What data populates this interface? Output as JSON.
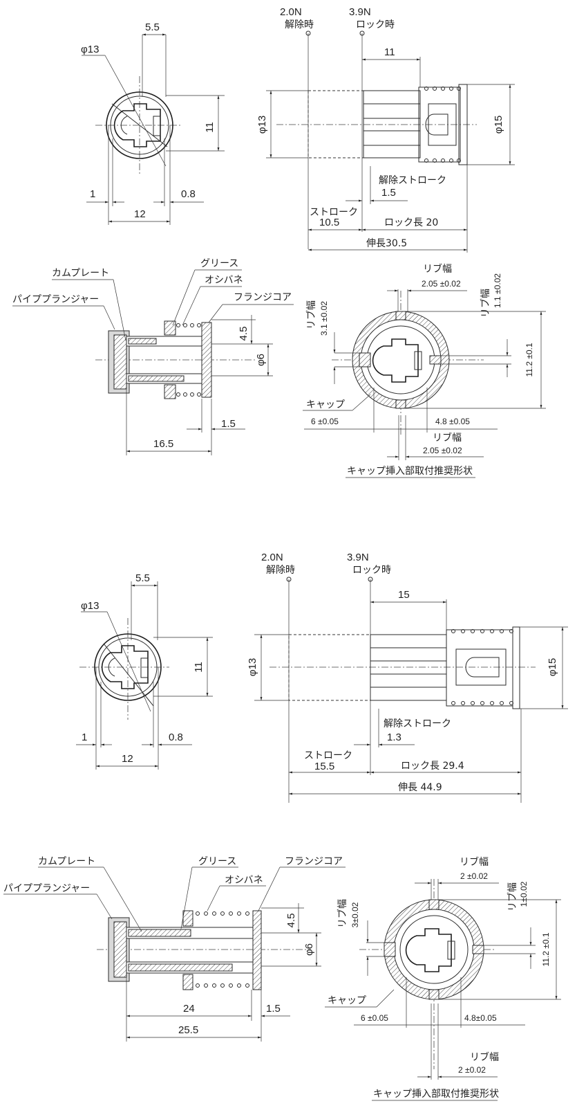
{
  "upper": {
    "front": {
      "d5_5": "5.5",
      "phi13": "φ13",
      "d11": "11",
      "d1": "1",
      "d0_8": "0.8",
      "d12": "12"
    },
    "side": {
      "n_release": "2.0N",
      "lbl_release": "解除時",
      "n_lock": "3.9N",
      "lbl_lock": "ロック時",
      "d11": "11",
      "phi13": "φ13",
      "phi15": "φ15",
      "release_stroke": "解除ストローク",
      "release_stroke_val": "1.5",
      "stroke": "ストローク",
      "stroke_val": "10.5",
      "lock_len": "ロック長 20",
      "ext_len": "伸長30.5"
    },
    "section": {
      "cam_plate": "カムプレート",
      "pipe_plunger": "パイププランジャー",
      "grease": "グリース",
      "push_spring": "オシバネ",
      "flange_core": "フランジコア",
      "d4_5": "4.5",
      "phi6": "φ6",
      "d1_5": "1.5",
      "d16_5": "16.5"
    },
    "cap": {
      "rib_w_top": "リブ幅",
      "rib_w_top_val": "2.05 ±0.02",
      "rib_w_right": "リブ幅",
      "rib_w_right_val": "1.1 ±0.02",
      "rib_w_left": "リブ幅",
      "rib_w_left_val": "3.1 ±0.02",
      "d11_2": "11.2 ±0.1",
      "cap": "キャップ",
      "d6": "6 ±0.05",
      "d4_8": "4.8 ±0.05",
      "rib_w_bot": "リブ幅",
      "rib_w_bot_val": "2.05 ±0.02",
      "caption": "キャップ挿入部取付推奨形状"
    }
  },
  "lower": {
    "front": {
      "d5_5": "5.5",
      "phi13": "φ13",
      "d11": "11",
      "d1": "1",
      "d0_8": "0.8",
      "d12": "12"
    },
    "side": {
      "n_release": "2.0N",
      "lbl_release": "解除時",
      "n_lock": "3.9N",
      "lbl_lock": "ロック時",
      "d15": "15",
      "phi13": "φ13",
      "phi15": "φ15",
      "release_stroke": "解除ストローク",
      "release_stroke_val": "1.3",
      "stroke": "ストローク",
      "stroke_val": "15.5",
      "lock_len": "ロック長 29.4",
      "ext_len": "伸長 44.9"
    },
    "section": {
      "cam_plate": "カムプレート",
      "pipe_plunger": "パイププランジャー",
      "grease": "グリース",
      "push_spring": "オシバネ",
      "flange_core": "フランジコア",
      "d4_5": "4.5",
      "phi6": "φ6",
      "d24": "24",
      "d1_5": "1.5",
      "d25_5": "25.5"
    },
    "cap": {
      "rib_w_top": "リブ幅",
      "rib_w_top_val": "2 ±0.02",
      "rib_w_right": "リブ幅",
      "rib_w_right_val": "1±0.02",
      "rib_w_left": "リブ幅",
      "rib_w_left_val": "3±0.02",
      "d11_2": "11.2 ±0.1",
      "cap": "キャップ",
      "d6": "6 ±0.05",
      "d4_8": "4.8±0.05",
      "rib_w_bot": "リブ幅",
      "rib_w_bot_val": "2 ±0.02",
      "caption": "キャップ挿入部取付推奨形状"
    }
  }
}
